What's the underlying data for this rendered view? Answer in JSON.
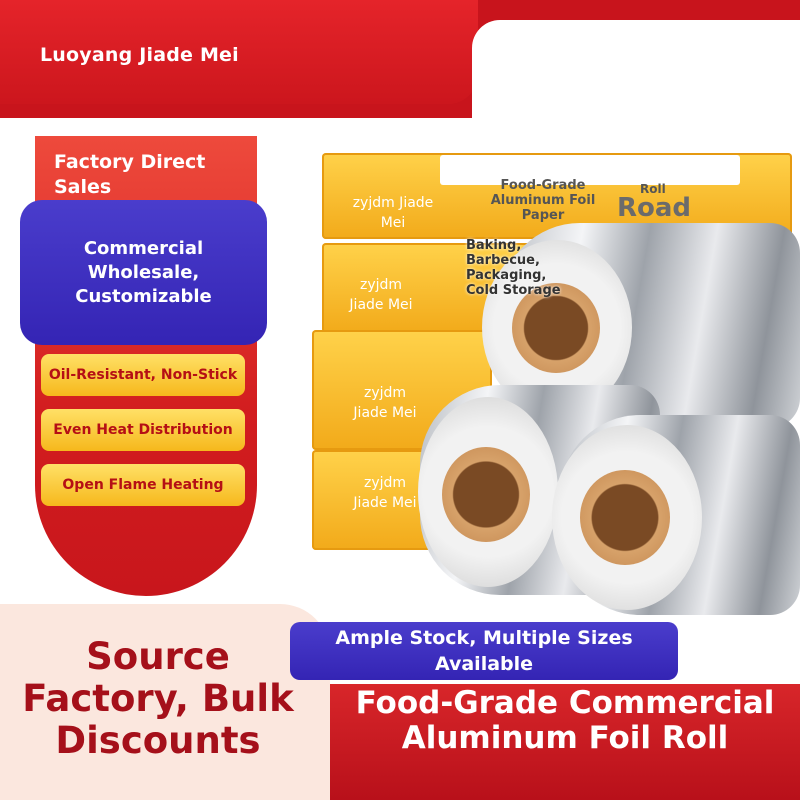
{
  "header": {
    "brand": "Luoyang Jiade Mei"
  },
  "left_panel": {
    "title": "Factory Direct Sales",
    "highlight": "Commercial Wholesale, Customizable",
    "features": [
      "Oil-Resistant, Non-Stick",
      "Even Heat Distribution",
      "Open Flame Heating"
    ]
  },
  "product": {
    "box_labels": [
      "zyjdm Jiade Mei",
      "zyjdm Jiade Mei",
      "zyjdm Jiade Mei",
      "zyjdm Jiade Mei"
    ],
    "overlay_title": "Food-Grade Aluminum Foil Paper",
    "overlay_uses": "Baking, Barbecue, Packaging, Cold Storage",
    "overlay_roll": "Roll",
    "overlay_road": "Road"
  },
  "bottom": {
    "left_slogan": "Source Factory, Bulk Discounts",
    "stock_text": "Ample Stock, Multiple Sizes Available",
    "title": "Food-Grade Commercial Aluminum Foil Roll"
  },
  "colors": {
    "brand_red": "#c8141c",
    "purple": "#3a2bbd",
    "gold": "#f6b81c",
    "cream": "#fbe7de"
  }
}
